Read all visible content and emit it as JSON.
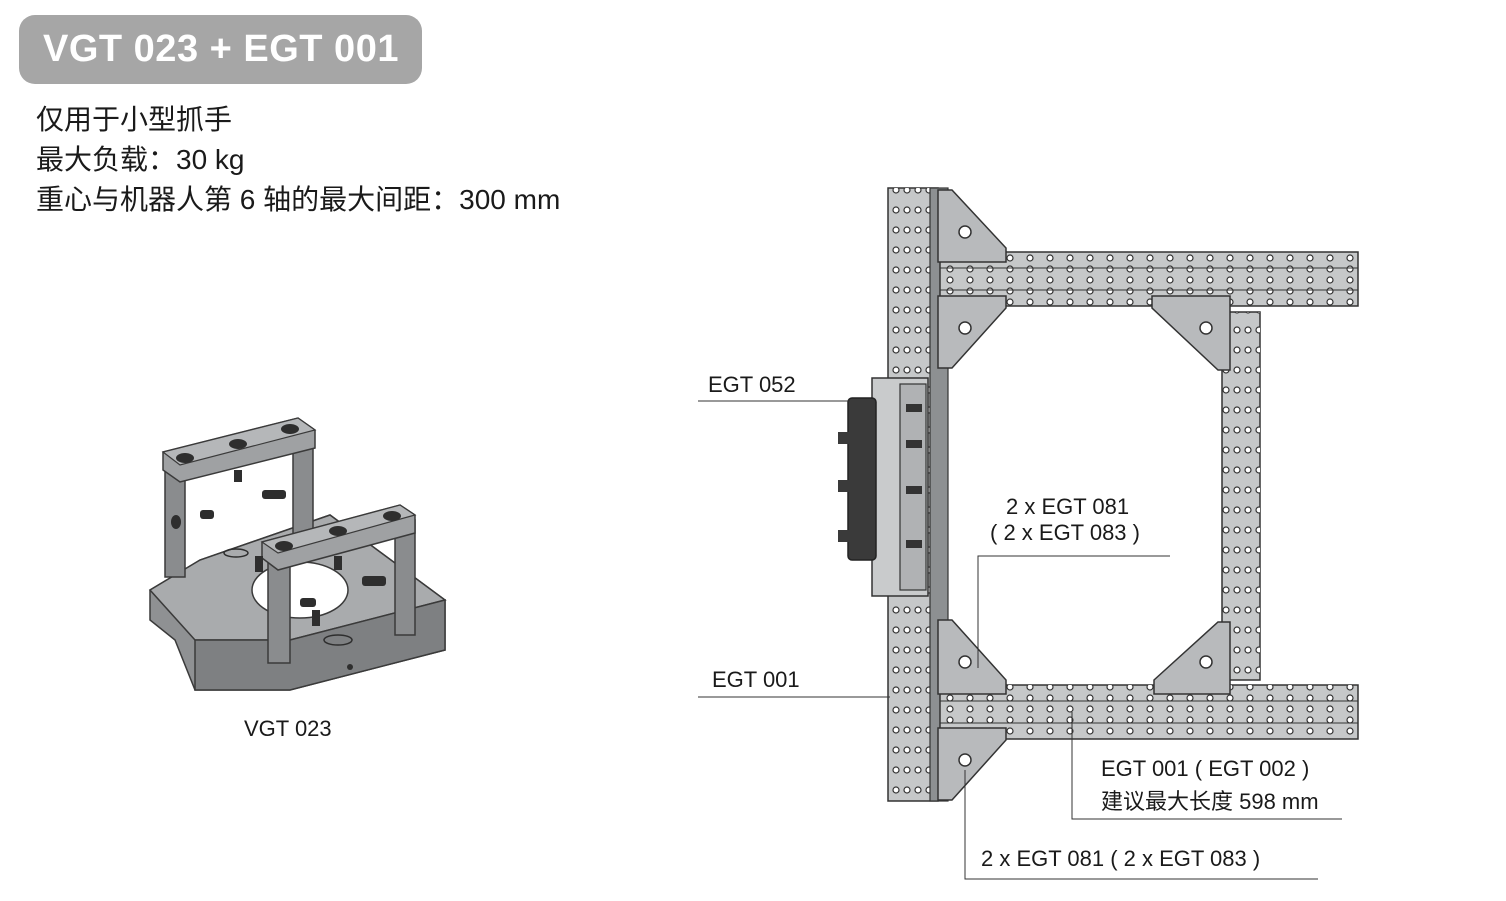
{
  "header": {
    "title": "VGT 023 + EGT 001"
  },
  "specs": [
    "仅用于小型抓手",
    "最大负载：30 kg",
    "重心与机器人第 6 轴的最大间距：300 mm"
  ],
  "left_figure": {
    "caption": "VGT 023"
  },
  "labels": {
    "egt052": "EGT 052",
    "egt001": "EGT 001",
    "egt081_line1": "2 x EGT 081",
    "egt081_line2": "( 2 x EGT 083 )",
    "egt001_002_line1": "EGT 001 ( EGT 002 )",
    "egt001_002_line2": "建议最大长度 598 mm",
    "egt081_bottom": "2 x EGT 081 ( 2 x EGT 083 )"
  },
  "colors": {
    "badge": "#a6a6a6",
    "profile": "#c6c8c9",
    "profile_dark": "#8d9092",
    "part": "#9b9d9f",
    "gripper": "#3a3a3a"
  }
}
